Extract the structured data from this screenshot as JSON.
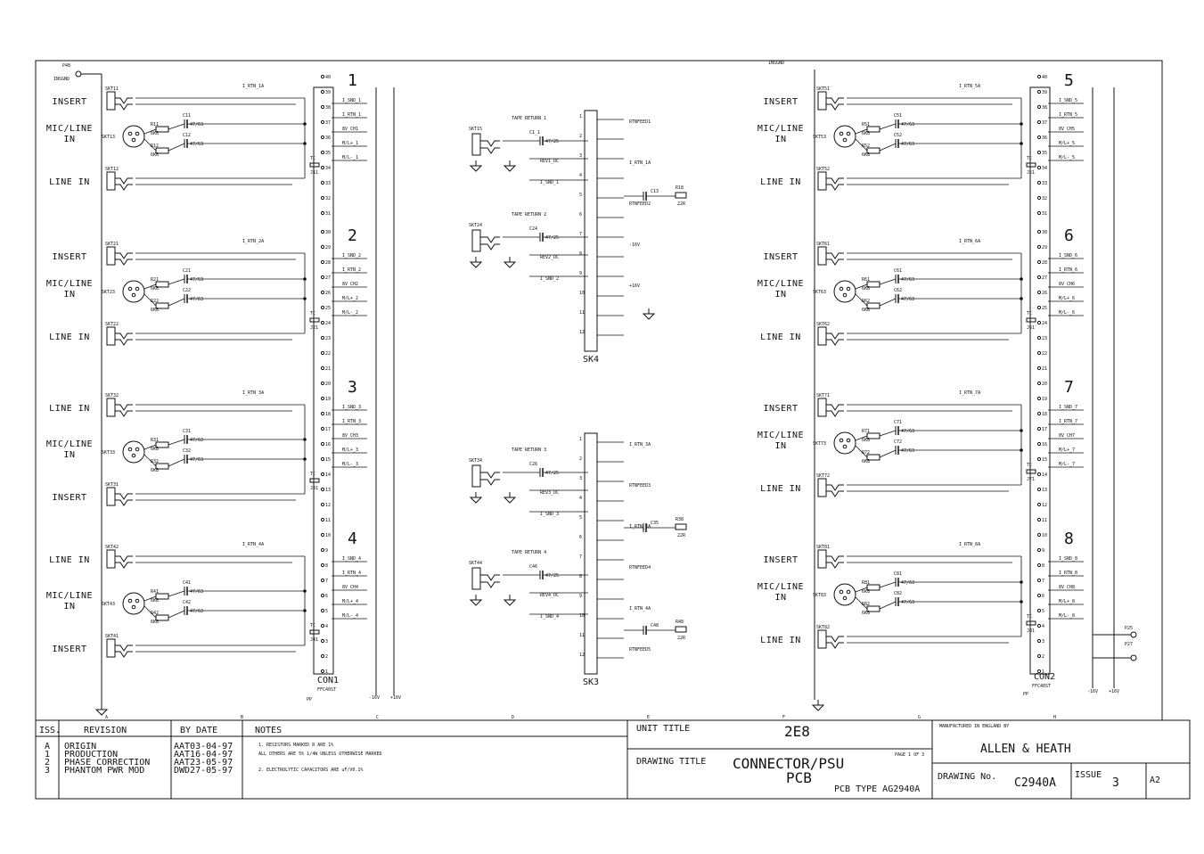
{
  "left_channels": [
    {
      "number": "1",
      "insert": "INSERT",
      "mic_line": "MIC/LINE",
      "mic_line_2": "IN",
      "line_in": "LINE IN",
      "ref": {
        "insert_skt": "SKT11",
        "xlr": "SKT13",
        "line_skt": "SKT12",
        "r1": "R11",
        "r2": "R12",
        "c1": "C11",
        "c2": "C12",
        "j": "J11",
        "res_val": "6K8",
        "cap_val": "47/63",
        "tc": "TC"
      },
      "nets": [
        "I_RTN_1A",
        "I_SND_1",
        "I_RTN_1",
        "8V CH1",
        "M/L+_1",
        "M/L-_1"
      ],
      "pins": [
        "40",
        "39",
        "38",
        "37",
        "36",
        "35",
        "34",
        "33",
        "32",
        "31"
      ]
    },
    {
      "number": "2",
      "insert": "INSERT",
      "mic_line": "MIC/LINE",
      "mic_line_2": "IN",
      "line_in": "LINE IN",
      "ref": {
        "insert_skt": "SKT21",
        "xlr": "SKT23",
        "line_skt": "SKT22",
        "r1": "R21",
        "r2": "R22",
        "c1": "C21",
        "c2": "C22",
        "j": "J21",
        "res_val": "6K8",
        "cap_val": "47/63",
        "tc": "TC"
      },
      "nets": [
        "I_RTN_2A",
        "I_SND_2",
        "I_RTN_2",
        "8V CH2",
        "M/L+_2",
        "M/L-_2"
      ],
      "pins": [
        "30",
        "29",
        "28",
        "27",
        "26",
        "25",
        "24",
        "23",
        "22",
        "21"
      ]
    },
    {
      "number": "3",
      "insert": "INSERT",
      "mic_line": "MIC/LINE",
      "mic_line_2": "IN",
      "line_in": "LINE IN",
      "ref": {
        "insert_skt": "SKT31",
        "xlr": "SKT33",
        "line_skt": "SKT32",
        "r1": "R31",
        "r2": "R32",
        "c1": "C31",
        "c2": "C32",
        "j": "J31",
        "res_val": "6K8",
        "cap_val": "47/63",
        "tc": "TC"
      },
      "nets": [
        "I_RTN_3A",
        "I_SND_3",
        "I_RTN_3",
        "8V CH3",
        "M/L+_3",
        "M/L-_3"
      ],
      "pins": [
        "20",
        "19",
        "18",
        "17",
        "16",
        "15",
        "14",
        "13",
        "12",
        "11"
      ]
    },
    {
      "number": "4",
      "insert": "INSERT",
      "mic_line": "MIC/LINE",
      "mic_line_2": "IN",
      "line_in": "LINE IN",
      "ref": {
        "insert_skt": "SKT41",
        "xlr": "SKT43",
        "line_skt": "SKT42",
        "r1": "R41",
        "r2": "R42",
        "c1": "C41",
        "c2": "C42",
        "j": "J41",
        "res_val": "6K8",
        "cap_val": "47/63",
        "tc": "TC"
      },
      "nets": [
        "I_RTN_4A",
        "I_SND_4",
        "I_RTN_4",
        "8V CH4",
        "M/L+_4",
        "M/L-_4"
      ],
      "pins": [
        "10",
        "9",
        "8",
        "7",
        "6",
        "5",
        "4",
        "3",
        "2",
        "1"
      ]
    }
  ],
  "right_channels": [
    {
      "number": "5",
      "insert": "INSERT",
      "mic_line": "MIC/LINE",
      "mic_line_2": "IN",
      "line_in": "LINE IN",
      "ref": {
        "insert_skt": "SKT51",
        "xlr": "SKT53",
        "line_skt": "SKT52",
        "r1": "R51",
        "r2": "R52",
        "c1": "C51",
        "c2": "C52",
        "j": "J51",
        "res_val": "6K8",
        "cap_val": "47/63",
        "tc": "TC"
      },
      "nets": [
        "I_RTN_5A",
        "I_SND_5",
        "I_RTN_5",
        "8V CH5",
        "M/L+_5",
        "M/L-_5"
      ],
      "pins": [
        "40",
        "39",
        "38",
        "37",
        "36",
        "35",
        "34",
        "33",
        "32",
        "31"
      ]
    },
    {
      "number": "6",
      "insert": "INSERT",
      "mic_line": "MIC/LINE",
      "mic_line_2": "IN",
      "line_in": "LINE IN",
      "ref": {
        "insert_skt": "SKT61",
        "xlr": "SKT63",
        "line_skt": "SKT62",
        "r1": "R61",
        "r2": "R62",
        "c1": "C61",
        "c2": "C62",
        "j": "J61",
        "res_val": "6K8",
        "cap_val": "47/63",
        "tc": "TC"
      },
      "nets": [
        "I_RTN_6A",
        "I_SND_6",
        "I_RTN_6",
        "8V CH6",
        "M/L+_6",
        "M/L-_6"
      ],
      "pins": [
        "30",
        "29",
        "28",
        "27",
        "26",
        "25",
        "24",
        "23",
        "22",
        "21"
      ]
    },
    {
      "number": "7",
      "insert": "INSERT",
      "mic_line": "MIC/LINE",
      "mic_line_2": "IN",
      "line_in": "LINE IN",
      "ref": {
        "insert_skt": "SKT71",
        "xlr": "SKT73",
        "line_skt": "SKT72",
        "r1": "R71",
        "r2": "R72",
        "c1": "C71",
        "c2": "C72",
        "j": "J71",
        "res_val": "6K8",
        "cap_val": "47/63",
        "tc": "TC"
      },
      "nets": [
        "I_RTN_7A",
        "I_SND_7",
        "I_RTN_7",
        "8V CH7",
        "M/L+_7",
        "M/L-_7"
      ],
      "pins": [
        "20",
        "19",
        "18",
        "17",
        "16",
        "15",
        "14",
        "13",
        "12",
        "11"
      ]
    },
    {
      "number": "8",
      "insert": "INSERT",
      "mic_line": "MIC/LINE",
      "mic_line_2": "IN",
      "line_in": "LINE IN",
      "ref": {
        "insert_skt": "SKT81",
        "xlr": "SKT83",
        "line_skt": "SKT82",
        "r1": "R81",
        "r2": "R82",
        "c1": "C81",
        "c2": "C82",
        "j": "J81",
        "res_val": "6K8",
        "cap_val": "47/63",
        "tc": "TC"
      },
      "nets": [
        "I_RTN_8A",
        "I_SND_8",
        "I_RTN_8",
        "8V CH8",
        "M/L+_8",
        "M/L-_8"
      ],
      "pins": [
        "10",
        "9",
        "8",
        "7",
        "6",
        "5",
        "4",
        "3",
        "2",
        "1"
      ]
    }
  ],
  "connectors": {
    "con1": {
      "name": "CON1",
      "part": "FFC40ST",
      "supply_neg": "-16V",
      "supply_pos": "+16V",
      "pp": "PP"
    },
    "con2": {
      "name": "CON2",
      "part": "FFC40ST",
      "supply_neg": "-16V",
      "supply_pos": "+16V",
      "pp": "PP"
    },
    "sk4": {
      "name": "SK4",
      "pins": [
        "1",
        "2",
        "3",
        "4",
        "5",
        "6",
        "7",
        "8",
        "9",
        "10",
        "11",
        "12"
      ],
      "nets": [
        "RTNFEED1",
        "I_RTN_1A",
        "RTNFEED2",
        "-16V",
        "+16V"
      ]
    },
    "sk3": {
      "name": "SK3",
      "pins": [
        "1",
        "2",
        "3",
        "4",
        "5",
        "6",
        "7",
        "8",
        "9",
        "10",
        "11",
        "12"
      ],
      "nets": [
        "I_RTN_3A",
        "RTNFEED3",
        "I_RTN_3A",
        "RTNFEED4",
        "I_RTN_4A",
        "RTNFEED5"
      ]
    },
    "p48": "P48",
    "ins_gnd": "INSGND",
    "p25": "P25",
    "p27": "P27"
  },
  "tape_returns": [
    {
      "label": "TAPE RETURN 1",
      "skt": "SKT15",
      "cap": "C1_1",
      "cap_val": "47/25",
      "rev": "REV1_DC",
      "snd": "I_SND_1",
      "cap2": "C13",
      "res": "R18",
      "res_val": "22R"
    },
    {
      "label": "TAPE RETURN 2",
      "skt": "SKT24",
      "cap": "C24",
      "cap_val": "47/25",
      "rev": "REV2_DC",
      "snd": "I_SND_2"
    },
    {
      "label": "TAPE RETURN 3",
      "skt": "SKT34",
      "cap": "C26",
      "cap_val": "47/25",
      "rev": "REV3_DC",
      "snd": "I_SND_3",
      "cap2": "C35",
      "res": "R38",
      "res_val": "22R"
    },
    {
      "label": "TAPE RETURN 4",
      "skt": "SKT44",
      "cap": "C46",
      "cap_val": "47/25",
      "rev": "REV4_DC",
      "snd": "I_SND_4",
      "cap2": "C48",
      "res": "R48",
      "res_val": "22R"
    }
  ],
  "zone_letters": [
    "A",
    "B",
    "C",
    "D",
    "E",
    "F",
    "G",
    "H"
  ],
  "title_block": {
    "iss_header": "ISS.",
    "revision_header": "REVISION",
    "by_date_header": "BY  DATE",
    "notes_header": "NOTES",
    "revisions": [
      {
        "iss": "A",
        "text": "ORIGIN",
        "by_date": "AAT03-04-97"
      },
      {
        "iss": "1",
        "text": "PRODUCTION",
        "by_date": "AAT16-04-97"
      },
      {
        "iss": "2",
        "text": "PHASE CORRECTION",
        "by_date": "AAT23-05-97"
      },
      {
        "iss": "3",
        "text": "PHANTOM PWR MOD",
        "by_date": "DWD27-05-97"
      }
    ],
    "notes": [
      "1.  RESISTORS MARKED R ARE 1%",
      "    ALL OTHERS ARE 5% 1/4W UNLESS OTHERWISE MARKED",
      "2.  ELECTROLYTIC CAPACITORS ARE uF/V0.1%"
    ],
    "unit_title_label": "UNIT TITLE",
    "unit_title": "2E8",
    "drawing_title_label": "DRAWING TITLE",
    "drawing_title_1": "CONNECTOR/PSU",
    "drawing_title_2": "PCB",
    "page": "PAGE 1 OF 3",
    "pcb_type": "PCB TYPE AG2940A",
    "manufactured": "MANUFACTURED IN ENGLAND BY",
    "company": "ALLEN & HEATH",
    "drawing_no_label": "DRAWING No.",
    "drawing_no": "C2940A",
    "issue_label": "ISSUE",
    "issue": "3",
    "sheet_size": "A2"
  }
}
